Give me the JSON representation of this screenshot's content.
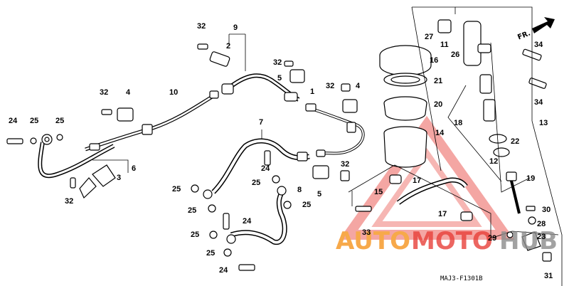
{
  "diagram_code": "MAJ3-F1301B",
  "direction_label": "FR.",
  "watermark": {
    "part1": "AUTO",
    "part2": "MOTO",
    "part3": "HUB",
    "color_orange": "#f7a94a",
    "color_red": "#e8403a",
    "color_gray": "#8c8c8c"
  },
  "part_labels": {
    "p1": "1",
    "p2": "2",
    "p3": "3",
    "p4a": "4",
    "p4b": "4",
    "p5a": "5",
    "p5b": "5",
    "p6": "6",
    "p7": "7",
    "p8": "8",
    "p9": "9",
    "p10": "10",
    "p11": "11",
    "p12": "12",
    "p13": "13",
    "p14": "14",
    "p15": "15",
    "p16": "16",
    "p17a": "17",
    "p17b": "17",
    "p18": "18",
    "p19": "19",
    "p20": "20",
    "p21": "21",
    "p22": "22",
    "p23": "23",
    "p24a": "24",
    "p24b": "24",
    "p24c": "24",
    "p24d": "24",
    "p25a": "25",
    "p25b": "25",
    "p25c": "25",
    "p25d": "25",
    "p25e": "25",
    "p25f": "25",
    "p25g": "25",
    "p25h": "25",
    "p26": "26",
    "p27": "27",
    "p28": "28",
    "p29": "29",
    "p30": "30",
    "p31": "31",
    "p32a": "32",
    "p32b": "32",
    "p32c": "32",
    "p32d": "32",
    "p32e": "32",
    "p32f": "32",
    "p33": "33",
    "p34a": "34",
    "p34b": "34"
  }
}
